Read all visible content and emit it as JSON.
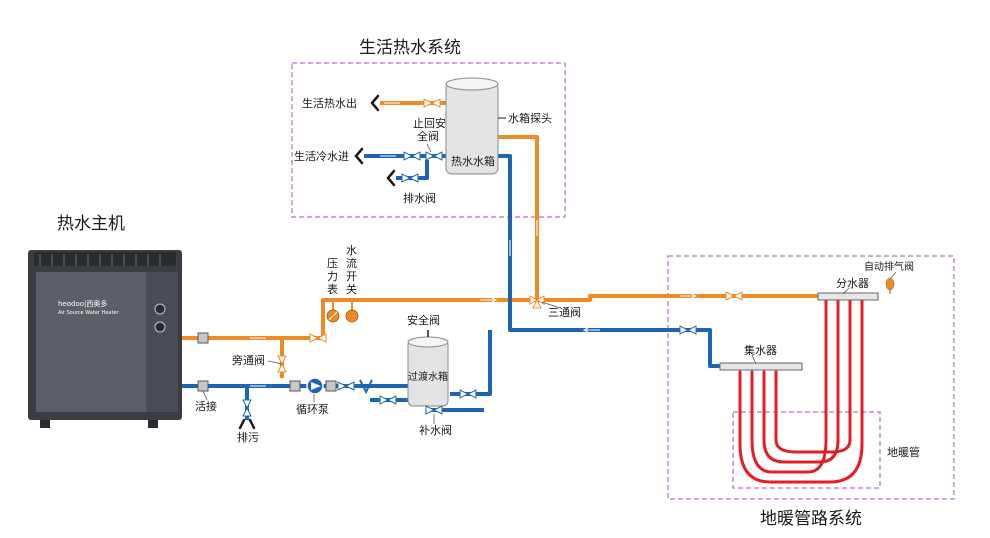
{
  "sections": {
    "dhw_system": "生活热水系统",
    "heat_pump": "热水主机",
    "floor_heating_system": "地暖管路系统"
  },
  "heat_pump_unit": {
    "brand": "heodoo|西奥多",
    "model_line": "Air Source Water Heater"
  },
  "labels": {
    "hot_water_out": "生活热水出",
    "cold_water_in": "生活冷水进",
    "check_safety_valve_1": "止回安",
    "check_safety_valve_2": "全阀",
    "drain_valve": "排水阀",
    "tank": "热水水箱",
    "tank_probe": "水箱探头",
    "pressure_gauge": [
      "压",
      "力",
      "表"
    ],
    "flow_switch": [
      "水",
      "流",
      "开",
      "关"
    ],
    "three_way_valve": "三通阀",
    "safety_valve": "安全阀",
    "buffer_tank": "过渡水箱",
    "bypass_valve": "旁通阀",
    "union": "活接",
    "circulation_pump": "循环泵",
    "sewage": "排污",
    "makeup_valve": "补水阀",
    "distributor": "分水器",
    "collector": "集水器",
    "auto_air_vent": "自动排气阀",
    "floor_pipe": "地暖管"
  },
  "colors": {
    "hot_pipe": "#f08a24",
    "cold_pipe": "#1e64b4",
    "floor_loop": "#e41e26",
    "section_border": "#b070c0",
    "unit_body": "#3a3d42",
    "unit_panel": "#5c6066"
  }
}
